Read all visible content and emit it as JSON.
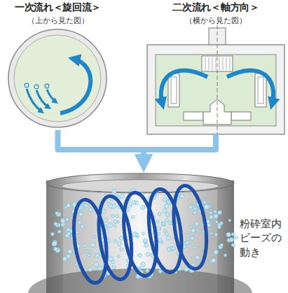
{
  "diagram": {
    "nodes": [
      {
        "text": [
          "一次流れ＜旋回流＞",
          "（上から見た図）"
        ]
      },
      {
        "text": [
          "二次流れ＜軸方向＞",
          "（横から見た図）"
        ]
      },
      {
        "text": [
          "粉砕室内 ビーズの 動き"
        ]
      }
    ],
    "edges": [
      {
        "from": 0,
        "to": 2,
        "arrow": "to"
      },
      {
        "from": 1,
        "to": 2,
        "arrow": "to"
      }
    ]
  }
}
